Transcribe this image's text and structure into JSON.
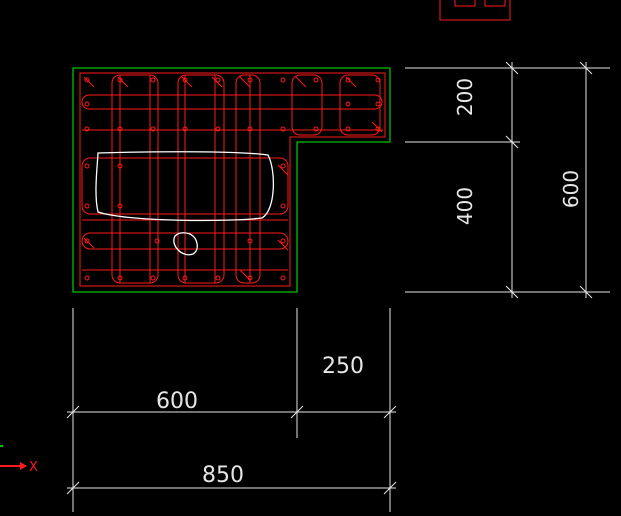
{
  "drawing": {
    "background_color": "#000000",
    "outline_color": "#00c000",
    "rebar_color": "#ff1a1a",
    "dimension_color": "#e6e6e6",
    "markup_color": "#ffffff"
  },
  "dimensions": {
    "right_upper": "200",
    "right_lower": "400",
    "right_total": "600",
    "bottom_flange": "250",
    "bottom_web": "600",
    "bottom_total": "850"
  },
  "ucs": {
    "axis_label": "X",
    "icon": "ucs-axis-icon"
  }
}
